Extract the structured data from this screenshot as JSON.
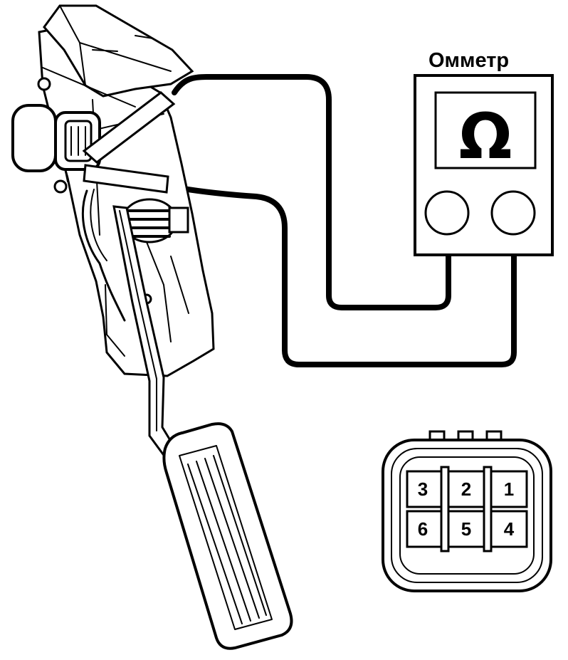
{
  "ohmmeter": {
    "label": "Омметр",
    "symbol": "Ω",
    "symbol_icon": "omega-icon"
  },
  "connector": {
    "pins": [
      {
        "id": "pin-3",
        "label": "3"
      },
      {
        "id": "pin-2",
        "label": "2"
      },
      {
        "id": "pin-1",
        "label": "1"
      },
      {
        "id": "pin-6",
        "label": "6"
      },
      {
        "id": "pin-5",
        "label": "5"
      },
      {
        "id": "pin-4",
        "label": "4"
      }
    ]
  },
  "colors": {
    "ink": "#000000",
    "background": "#ffffff"
  }
}
